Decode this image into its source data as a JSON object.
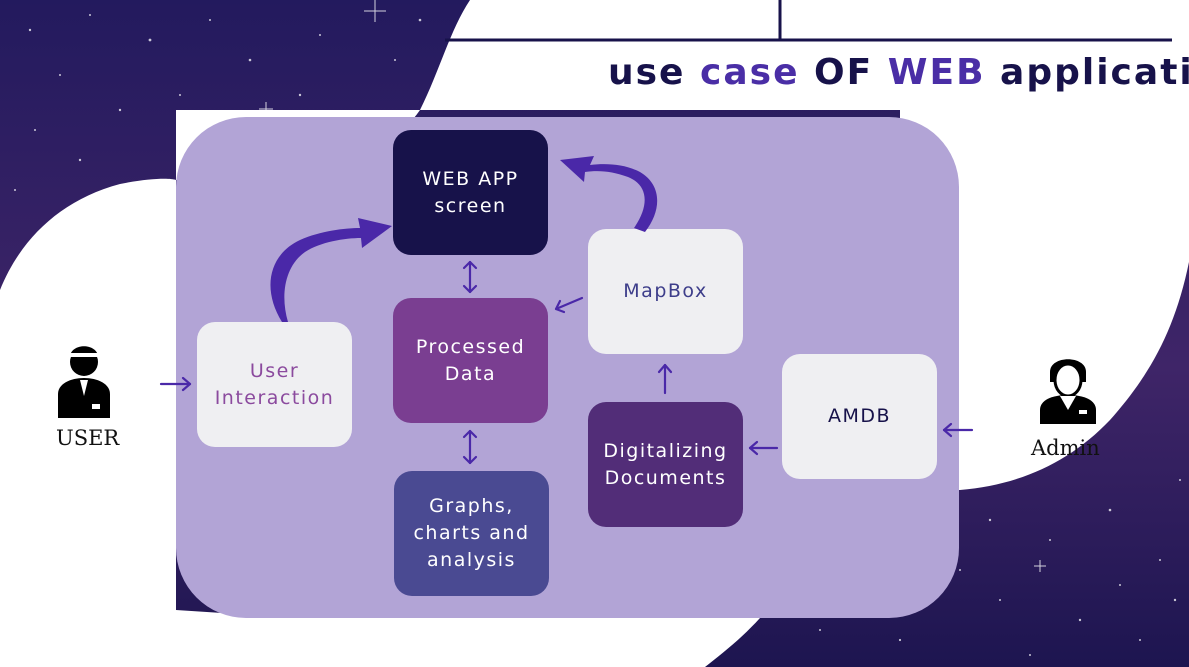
{
  "title": {
    "part1": "use ",
    "part2": "case",
    "part3": " OF ",
    "part4": "WEB",
    "part5": " application"
  },
  "actors": {
    "user": "USER",
    "admin": "Admin"
  },
  "nodes": {
    "web_app_screen": "WEB APP\nscreen",
    "user_interaction": "User\nInteraction",
    "processed_data": "Processed\nData",
    "mapbox": "MapBox",
    "graphs": "Graphs,\ncharts and\nanalysis",
    "digitalizing": "Digitalizing\nDocuments",
    "amdb": "AMDB"
  },
  "colors": {
    "navy": "#17124a",
    "purple": "#7a3e91",
    "indigo": "#4a4a92",
    "dark_violet": "#522d78",
    "light": "#efeff2",
    "panel": "#b2a4d6",
    "arrow": "#4a28a8"
  }
}
